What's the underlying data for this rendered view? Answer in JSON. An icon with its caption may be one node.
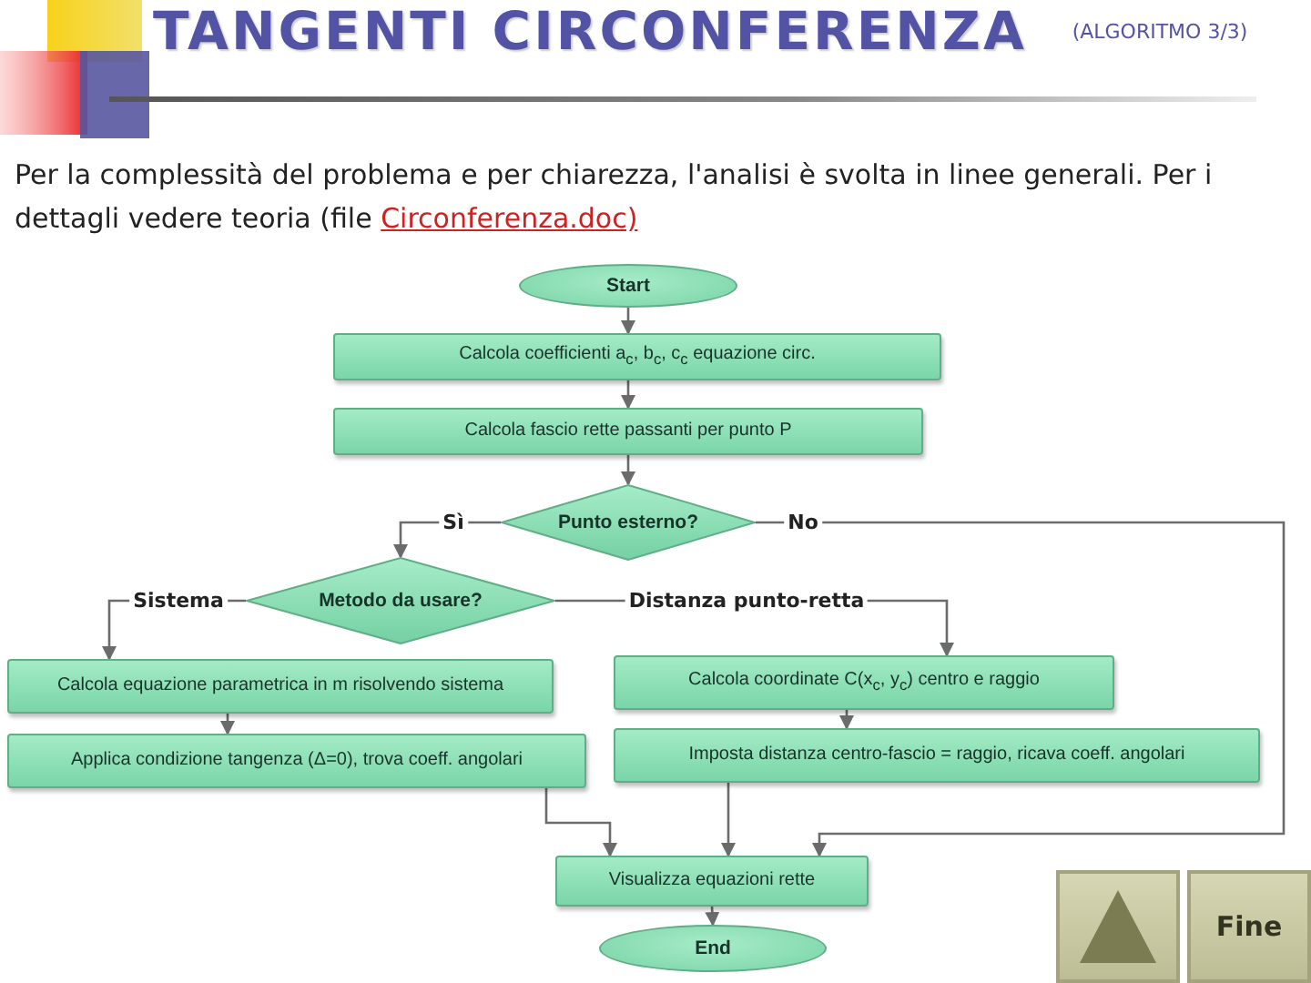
{
  "diagram": {
    "title": "TANGENTI CIRCONFERENZA",
    "nodes": [
      {
        "text": [
          "Start"
        ]
      },
      {
        "text": [
          "Calcola coefficienti a$_{c}$, b$_{c}$, c$_{c}$ equazione circ."
        ]
      },
      {
        "text": [
          "Calcola fascio rette passanti per punto P"
        ]
      },
      {
        "text": [
          "Punto esterno?"
        ]
      },
      {
        "text": [
          "Metodo da usare?"
        ]
      },
      {
        "text": [
          "Calcola equazione parametrica in m risolvendo sistema"
        ]
      },
      {
        "text": [
          "Applica condizione tangenza (Δ=0), trova coeff. angolari"
        ]
      },
      {
        "text": [
          "Calcola coordinate C(x$_{c}$, y$_{c}$) centro e raggio"
        ]
      },
      {
        "text": [
          "Imposta distanza centro-fascio = raggio, ricava coeff. angolari"
        ]
      },
      {
        "text": [
          "Visualizza equazioni rette"
        ]
      },
      {
        "text": [
          "End"
        ]
      }
    ],
    "edges": [
      {
        "from": 0,
        "to": 1,
        "arrow": "to"
      },
      {
        "from": 1,
        "to": 2,
        "arrow": "to"
      },
      {
        "from": 2,
        "to": 3,
        "arrow": "to"
      },
      {
        "from": 3,
        "to": 4,
        "arrow": "to",
        "label": "Sì"
      },
      {
        "from": 3,
        "to": 9,
        "arrow": "to",
        "label": "No"
      },
      {
        "from": 4,
        "to": 5,
        "arrow": "to",
        "label": "Sistema"
      },
      {
        "from": 4,
        "to": 7,
        "arrow": "to",
        "label": "Distanza punto-retta"
      },
      {
        "from": 5,
        "to": 6,
        "arrow": "to"
      },
      {
        "from": 7,
        "to": 8,
        "arrow": "to"
      },
      {
        "from": 6,
        "to": 9,
        "arrow": "to"
      },
      {
        "from": 8,
        "to": 9,
        "arrow": "to"
      },
      {
        "from": 9,
        "to": 10,
        "arrow": "to"
      }
    ],
    "labels": [
      "(ALGORITMO 3/3)",
      "Per la complessità del problema e per chiarezza, l'analisi è svolta in linee generali. Per i dettagli vedere teoria (file",
      "Circonferenza.doc)",
      "Fine"
    ]
  }
}
